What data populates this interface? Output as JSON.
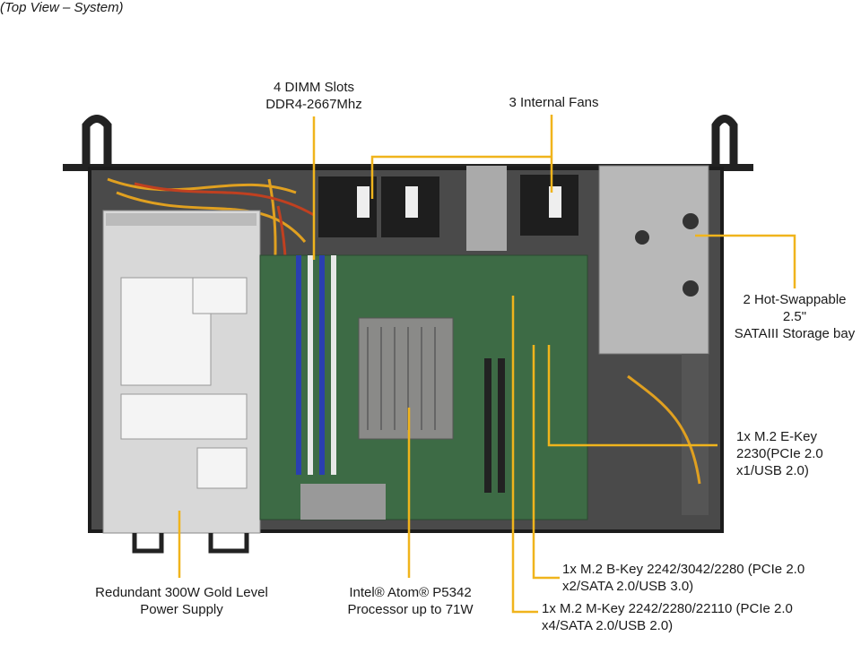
{
  "view_title": "(Top View – System)",
  "callouts": {
    "dimm": [
      "4 DIMM Slots",
      "DDR4-2667Mhz"
    ],
    "fans": [
      "3 Internal Fans"
    ],
    "storage": [
      "2 Hot-Swappable",
      "2.5\"",
      "SATAIII Storage bay"
    ],
    "m2_e_key": [
      "1x M.2 E-Key",
      "2230(PCIe 2.0",
      "x1/USB 2.0)"
    ],
    "m2_b_key": [
      "1x M.2 B-Key 2242/3042/2280 (PCIe 2.0",
      "x2/SATA 2.0/USB 3.0)"
    ],
    "m2_m_key": [
      "1x M.2 M-Key 2242/2280/22110 (PCIe 2.0",
      "x4/SATA 2.0/USB 2.0)"
    ],
    "psu": [
      "Redundant 300W Gold Level",
      "Power Supply"
    ],
    "cpu": [
      "Intel® Atom® P5342",
      "Processor up to 71W"
    ]
  },
  "colors": {
    "callout_line": "#f0b41c",
    "chassis": "#2b2b2b",
    "board": "#3d6b45"
  }
}
